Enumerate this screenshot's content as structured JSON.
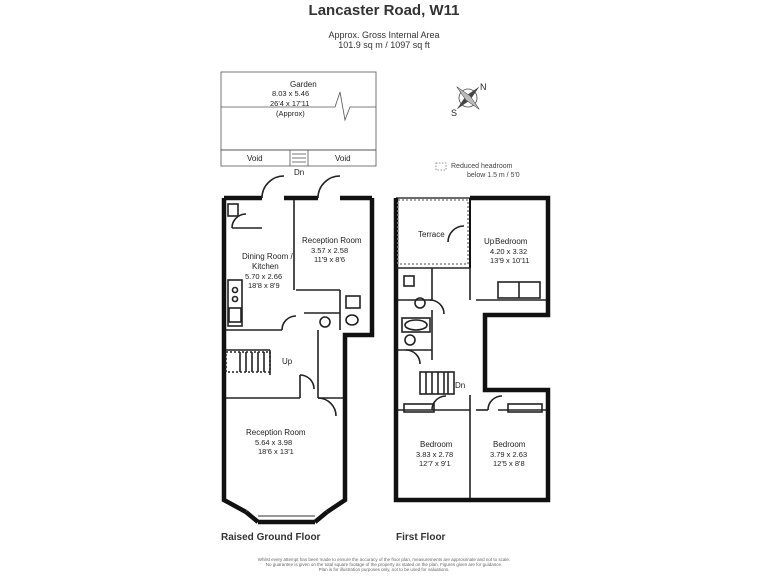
{
  "header": {
    "title": "Lancaster Road, W11",
    "area_label": "Approx. Gross Internal Area",
    "area_value": "101.9 sq m / 1097 sq ft"
  },
  "legend": {
    "line1": "Reduced headroom",
    "line2": "below 1.5 m / 5'0"
  },
  "compass": {
    "letters": [
      "N",
      "S"
    ]
  },
  "floors": {
    "raised_ground": {
      "label": "Raised Ground Floor",
      "rooms": {
        "garden": {
          "name": "Garden",
          "metric": "8.03 x 5.46",
          "imperial": "26'4 x 17'11",
          "note": "(Approx)"
        },
        "void_left": {
          "name": "Void"
        },
        "void_right": {
          "name": "Void"
        },
        "dn": "Dn",
        "up": "Up",
        "dining": {
          "name_1": "Dining Room /",
          "name_2": "Kitchen",
          "metric": "5.70 x 2.66",
          "imperial": "18'8 x 8'9"
        },
        "reception_rear": {
          "name": "Reception Room",
          "metric": "3.57 x 2.58",
          "imperial": "11'9 x 8'6"
        },
        "reception_front": {
          "name": "Reception Room",
          "metric": "5.64 x 3.98",
          "imperial": "18'6 x 13'1"
        }
      }
    },
    "first": {
      "label": "First Floor",
      "rooms": {
        "terrace": {
          "name": "Terrace"
        },
        "up": "Up",
        "dn": "Dn",
        "bedroom_top": {
          "name": "Bedroom",
          "metric": "4.20 x 3.32",
          "imperial": "13'9 x 10'11"
        },
        "bedroom_left": {
          "name": "Bedroom",
          "metric": "3.83 x 2.78",
          "imperial": "12'7 x 9'1"
        },
        "bedroom_right": {
          "name": "Bedroom",
          "metric": "3.79 x 2.63",
          "imperial": "12'5 x 8'8"
        }
      }
    }
  },
  "footer": {
    "line1": "Whilst every attempt has been made to ensure the accuracy of the floor plan, measurements are approximate and not to scale.",
    "line2": "No guarantee is given on the total square footage of the property as stated on the plan. Figures given are for guidance.",
    "line3": "Plan is for illustration purposes only, not to be used for valuations."
  },
  "colors": {
    "wall": "#111111",
    "line": "#555555"
  }
}
